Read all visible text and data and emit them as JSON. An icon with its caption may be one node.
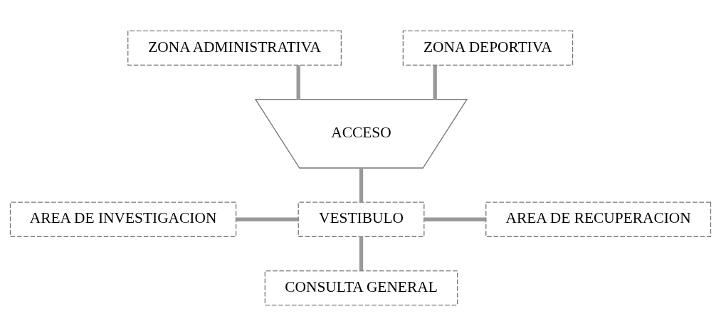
{
  "diagram": {
    "nodes": [
      {
        "text": [
          "ZONA ADMINISTRATIVA"
        ]
      },
      {
        "text": [
          "ZONA DEPORTIVA"
        ]
      },
      {
        "text": [
          "ACCESO"
        ]
      },
      {
        "text": [
          "AREA DE INVESTIGACION"
        ]
      },
      {
        "text": [
          "VESTIBULO"
        ]
      },
      {
        "text": [
          "AREA DE RECUPERACION"
        ]
      },
      {
        "text": [
          "CONSULTA GENERAL"
        ]
      }
    ],
    "edges": [
      {
        "from": 0,
        "to": 2,
        "arrow": "none"
      },
      {
        "from": 1,
        "to": 2,
        "arrow": "none"
      },
      {
        "from": 2,
        "to": 4,
        "arrow": "none"
      },
      {
        "from": 3,
        "to": 4,
        "arrow": "none"
      },
      {
        "from": 4,
        "to": 5,
        "arrow": "none"
      },
      {
        "from": 4,
        "to": 6,
        "arrow": "none"
      }
    ]
  }
}
